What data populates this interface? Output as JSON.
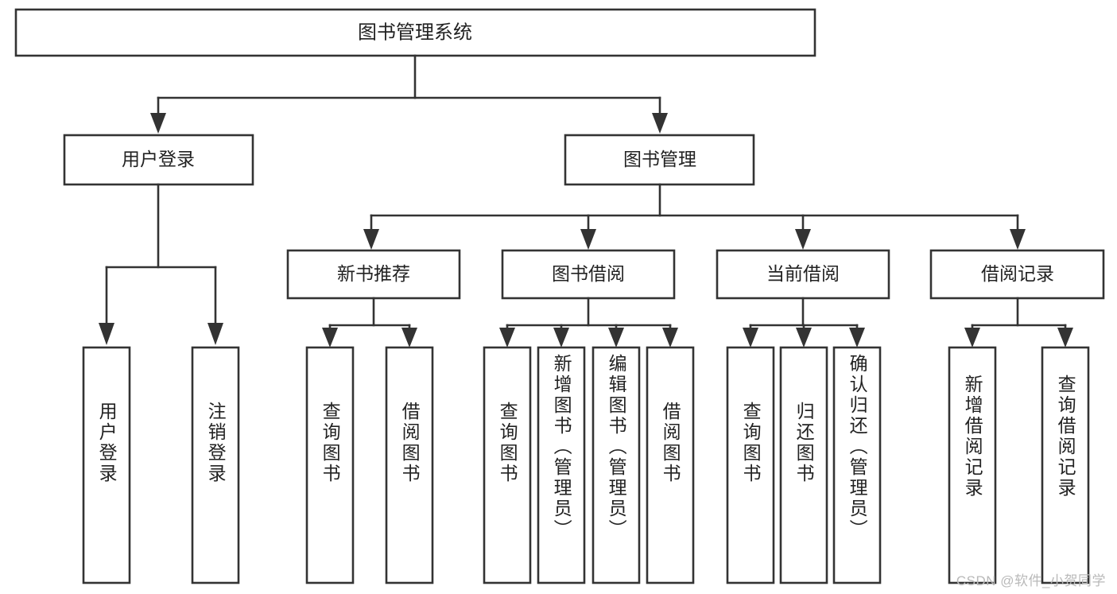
{
  "diagram": {
    "type": "hierarchy-tree",
    "title_node": {
      "label": "图书管理系统"
    },
    "level2": [
      {
        "id": "user-login",
        "label": "用户登录"
      },
      {
        "id": "book-management",
        "label": "图书管理"
      }
    ],
    "level3": [
      {
        "id": "new-book-recommend",
        "label": "新书推荐",
        "parent": "book-management"
      },
      {
        "id": "book-borrow",
        "label": "图书借阅",
        "parent": "book-management"
      },
      {
        "id": "current-borrow",
        "label": "当前借阅",
        "parent": "book-management"
      },
      {
        "id": "borrow-record",
        "label": "借阅记录",
        "parent": "book-management"
      }
    ],
    "leaves": {
      "user-login": [
        {
          "id": "leaf-user-login",
          "label": "用户登录"
        },
        {
          "id": "leaf-user-logout",
          "label": "注销登录"
        }
      ],
      "new-book-recommend": [
        {
          "id": "leaf-query-book-1",
          "label": "查询图书"
        },
        {
          "id": "leaf-borrow-book-1",
          "label": "借阅图书"
        }
      ],
      "book-borrow": [
        {
          "id": "leaf-query-book-2",
          "label": "查询图书"
        },
        {
          "id": "leaf-add-book",
          "label": "新增图书（管理员）"
        },
        {
          "id": "leaf-edit-book",
          "label": "编辑图书（管理员）"
        },
        {
          "id": "leaf-borrow-book-2",
          "label": "借阅图书"
        }
      ],
      "current-borrow": [
        {
          "id": "leaf-query-book-3",
          "label": "查询图书"
        },
        {
          "id": "leaf-return-book",
          "label": "归还图书"
        },
        {
          "id": "leaf-confirm-return",
          "label": "确认归还（管理员）"
        }
      ],
      "borrow-record": [
        {
          "id": "leaf-add-record",
          "label": "新增借阅记录"
        },
        {
          "id": "leaf-query-record",
          "label": "查询借阅记录"
        }
      ]
    }
  },
  "watermark": {
    "text": "CSDN @软件_小贺同学"
  },
  "colors": {
    "stroke": "#333333",
    "box_fill": "#ffffff",
    "text": "#222222",
    "watermark": "#b9b9b9",
    "background": "#ffffff"
  }
}
